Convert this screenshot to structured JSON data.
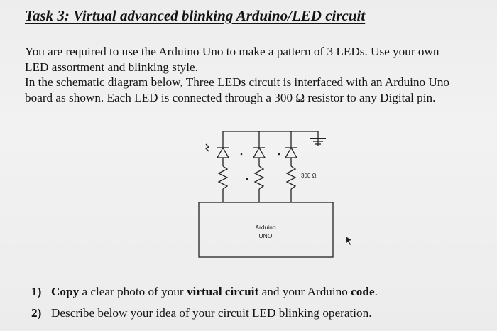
{
  "document": {
    "title": "Task 3: Virtual advanced blinking Arduino/LED circuit",
    "paragraph_lines": [
      "You are required to use the Arduino Uno to make a pattern of 3 LEDs.  Use your own",
      "LED assortment and blinking style.",
      "In the schematic diagram below, Three LEDs circuit is interfaced with an Arduino Uno",
      "board as shown. Each LED is connected through a 300 Ω resistor to any Digital pin."
    ]
  },
  "schematic": {
    "board_label_line1": "Arduino",
    "board_label_line2": "UNO",
    "resistor_label": "300 Ω"
  },
  "questions": [
    {
      "number": "1)",
      "parts": [
        "Copy",
        " a clear photo of your ",
        "virtual circuit",
        " and your Arduino ",
        "code",
        "."
      ]
    },
    {
      "number": "2)",
      "text": "Describe below your idea of your circuit LED blinking operation."
    }
  ]
}
